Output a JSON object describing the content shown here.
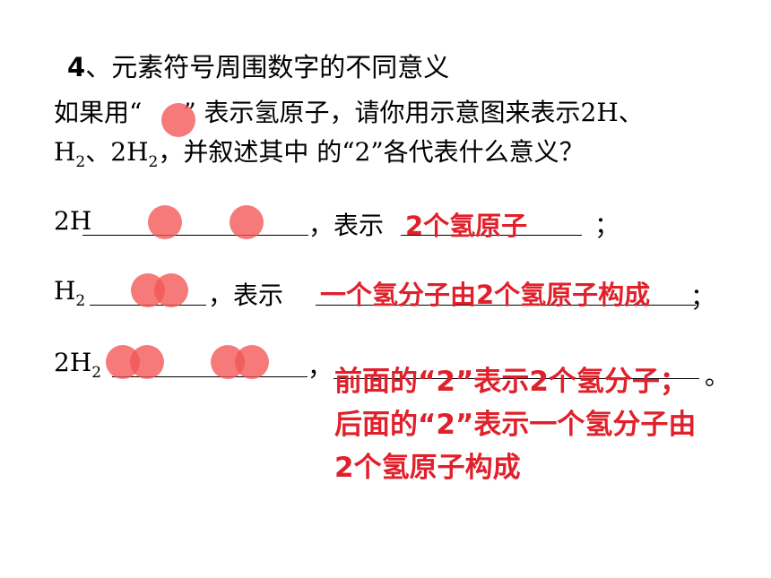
{
  "title": {
    "number": "4",
    "text": "、元素符号周围数字的不同意义"
  },
  "question": {
    "line1_before": "如果用“",
    "line1_after": "” 表示氢原子，请你用示意图来表示2H、",
    "line2_h": "H",
    "line2_h_sub": "2",
    "line2_mid": "、2H",
    "line2_mid_sub": "2",
    "line2_after": "，并叙述其中 的“2”各代表什么意义？"
  },
  "rows": [
    {
      "label": "2H",
      "label_sub": "",
      "comma": "，表示",
      "answer": "2个氢原子",
      "end": "；"
    },
    {
      "label": "H",
      "label_sub": "2",
      "comma": "，表示",
      "answer": "一个氢分子由2个氢原子构成",
      "end": "；"
    },
    {
      "label": "2H",
      "label_sub": "2",
      "comma": "，",
      "answer": "前面的“2”表示2个氢分子；后面的“2”表示一个氢分子由2个氢原子构成",
      "end": "。"
    }
  ],
  "colors": {
    "atom": "#f45555",
    "answer": "#e0202a"
  }
}
